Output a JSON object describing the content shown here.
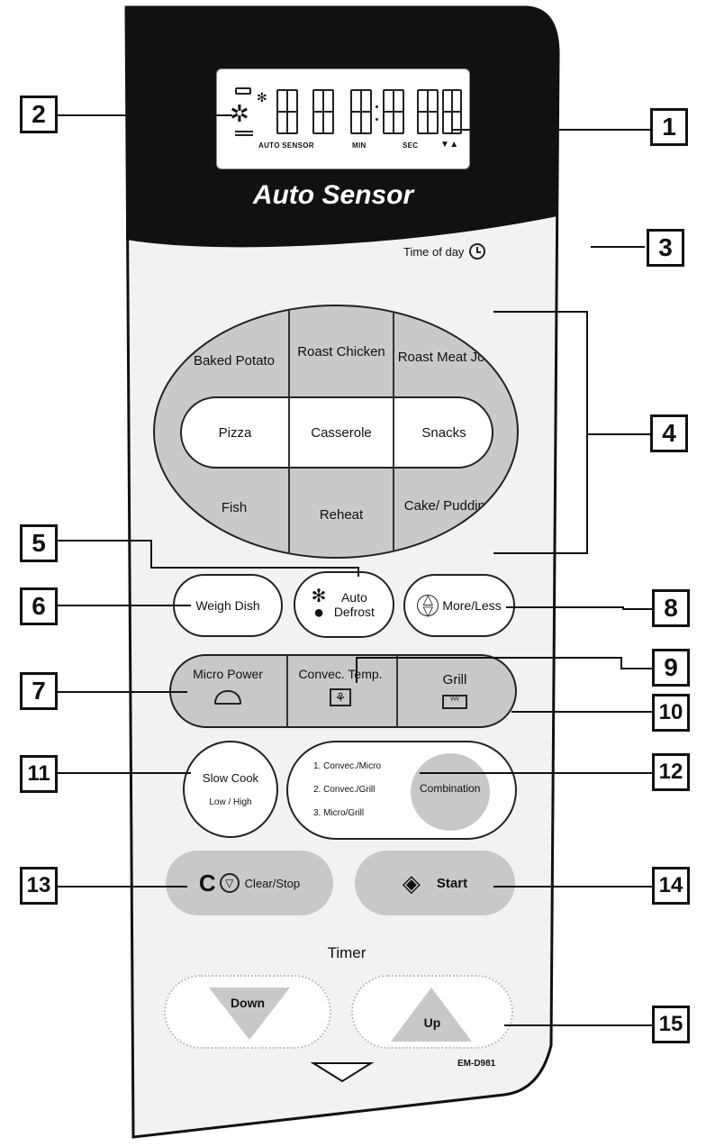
{
  "display": {
    "labels": {
      "auto_sensor": "AUTO SENSOR",
      "min": "MIN",
      "sec": "SEC",
      "arrows": "▼▲"
    }
  },
  "brand": "Auto Sensor",
  "time_of_day": "Time of day",
  "programs": {
    "top": [
      "Baked Potato",
      "Roast Chicken",
      "Roast Meat Joint"
    ],
    "middle": [
      "Pizza",
      "Casserole",
      "Snacks"
    ],
    "bottom": [
      "Fish",
      "Reheat",
      "Cake/ Pudding"
    ]
  },
  "buttons": {
    "weigh_dish": "Weigh Dish",
    "auto_defrost": "Auto Defrost",
    "more_less": "More/Less",
    "micro_power": "Micro Power",
    "convec_temp": "Convec. Temp.",
    "grill": "Grill",
    "slow_cook": "Slow Cook",
    "slow_cook_sub": "Low / High",
    "combination": "Combination",
    "combination_options": [
      "1. Convec./Micro",
      "2. Convec./Grill",
      "3. Micro/Grill"
    ],
    "clear_stop": "Clear/Stop",
    "clear_symbol": "C",
    "start": "Start",
    "timer": "Timer",
    "down": "Down",
    "up": "Up"
  },
  "model": "EM-D981",
  "callouts": [
    "1",
    "2",
    "3",
    "4",
    "5",
    "6",
    "7",
    "8",
    "9",
    "10",
    "11",
    "12",
    "13",
    "14",
    "15"
  ],
  "colors": {
    "panel_top": "#111111",
    "panel_body": "#f2f2f2",
    "button_grey": "#c8c8c8"
  }
}
